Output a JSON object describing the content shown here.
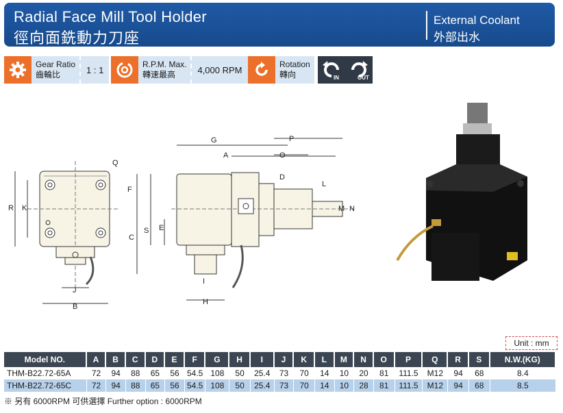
{
  "header": {
    "title_en": "Radial Face Mill Tool Holder",
    "title_zh": "徑向面銑動力刀座",
    "coolant_en": "External Coolant",
    "coolant_zh": "外部出水"
  },
  "specs": {
    "gear_ratio_en": "Gear Ratio",
    "gear_ratio_zh": "齒輪比",
    "gear_ratio_value": "1 : 1",
    "rpm_en": "R.P.M. Max.",
    "rpm_zh": "轉速最高",
    "rpm_value": "4,000 RPM",
    "rotation_en": "Rotation",
    "rotation_zh": "轉向",
    "rotation_in": "IN",
    "rotation_out": "OUT"
  },
  "dimension_labels": [
    "G",
    "P",
    "A",
    "O",
    "D",
    "L",
    "M",
    "N",
    "F",
    "E",
    "S",
    "C",
    "R",
    "K",
    "J",
    "B",
    "H",
    "I",
    "Q"
  ],
  "unit_label": "Unit : mm",
  "table": {
    "headers": [
      "Model NO.",
      "A",
      "B",
      "C",
      "D",
      "E",
      "F",
      "G",
      "H",
      "I",
      "J",
      "K",
      "L",
      "M",
      "N",
      "O",
      "P",
      "Q",
      "R",
      "S",
      "N.W.(KG)"
    ],
    "rows": [
      [
        "THM-B22.72-65A",
        "72",
        "94",
        "88",
        "65",
        "56",
        "54.5",
        "108",
        "50",
        "25.4",
        "73",
        "70",
        "14",
        "10",
        "20",
        "81",
        "111.5",
        "M12",
        "94",
        "68",
        "8.4"
      ],
      [
        "THM-B22.72-65C",
        "72",
        "94",
        "88",
        "65",
        "56",
        "54.5",
        "108",
        "50",
        "25.4",
        "73",
        "70",
        "14",
        "10",
        "28",
        "81",
        "111.5",
        "M12",
        "94",
        "68",
        "8.5"
      ]
    ]
  },
  "note": "※ 另有 6000RPM 可供選擇  Further option : 6000RPM",
  "colors": {
    "banner": "#1f5aa6",
    "accent": "#ec6f2a",
    "table_header": "#3c4652",
    "row_alt": "#b8d1ea"
  }
}
